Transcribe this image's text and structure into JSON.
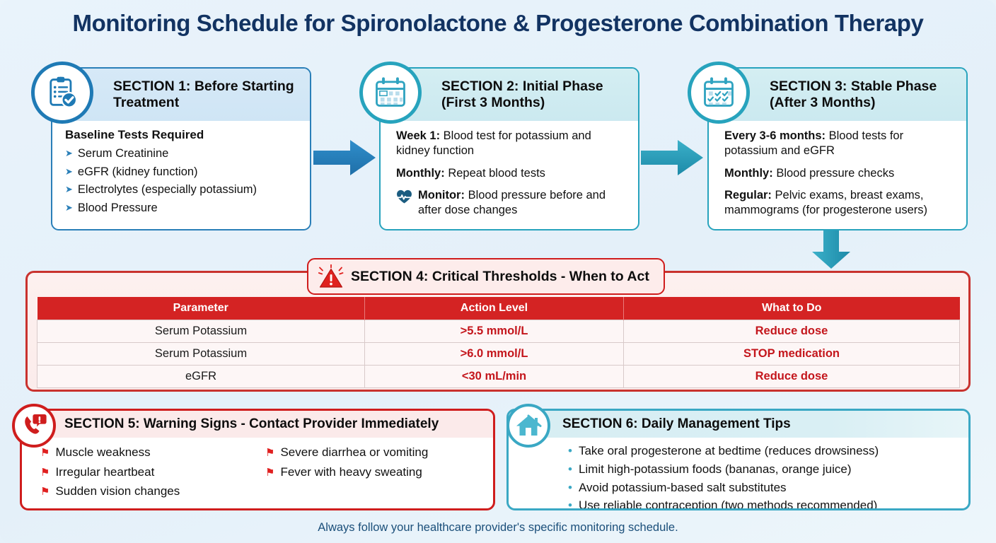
{
  "title": "Monitoring Schedule for Spironolactone & Progesterone Combination Therapy",
  "colors": {
    "background": "#e9f3fb",
    "title": "#123362",
    "blue": "#1f7ab5",
    "teal": "#27a3bd",
    "red": "#cf1d1d",
    "table_header": "#d42323",
    "table_value": "#c4161c"
  },
  "sections": [
    {
      "id": "section-1",
      "icon": "clipboard-check-icon",
      "heading": "SECTION 1: Before Starting Treatment",
      "body_heading": "Baseline Tests Required",
      "bullets": [
        "Serum Creatinine",
        "eGFR (kidney function)",
        "Electrolytes (especially potassium)",
        "Blood Pressure"
      ]
    },
    {
      "id": "section-2",
      "icon": "calendar-icon",
      "heading": "SECTION 2: Initial Phase (First 3 Months)",
      "items": [
        {
          "label": "Week 1:",
          "text": " Blood test for potassium and kidney function",
          "icon": null
        },
        {
          "label": "Monthly:",
          "text": " Repeat blood tests",
          "icon": null
        },
        {
          "label": "Monitor:",
          "text": " Blood pressure before and after dose changes",
          "icon": "heartbeat-icon"
        }
      ]
    },
    {
      "id": "section-3",
      "icon": "calendar-check-icon",
      "heading": "SECTION 3: Stable Phase (After 3 Months)",
      "items": [
        {
          "label": "Every 3-6 months:",
          "text": " Blood tests for potassium and eGFR",
          "icon": null
        },
        {
          "label": "Monthly:",
          "text": " Blood pressure checks",
          "icon": null
        },
        {
          "label": "Regular:",
          "text": " Pelvic exams, breast exams, mammograms (for progesterone users)",
          "icon": null
        }
      ]
    }
  ],
  "section4": {
    "id": "section-4",
    "icon": "warning-triangle-icon",
    "heading": "SECTION 4: Critical Thresholds - When to Act",
    "table": {
      "columns": [
        "Parameter",
        "Action Level",
        "What to Do"
      ],
      "rows": [
        [
          "Serum Potassium",
          ">5.5 mmol/L",
          "Reduce dose"
        ],
        [
          "Serum Potassium",
          ">6.0 mmol/L",
          "STOP medication"
        ],
        [
          "eGFR",
          "<30 mL/min",
          "Reduce dose"
        ]
      ]
    }
  },
  "section5": {
    "id": "section-5",
    "icon": "phone-alert-icon",
    "heading": "SECTION 5: Warning Signs - Contact Provider Immediately",
    "items": [
      "Muscle weakness",
      "Severe diarrhea or vomiting",
      "Irregular heartbeat",
      "Fever with heavy sweating",
      "Sudden vision changes"
    ]
  },
  "section6": {
    "id": "section-6",
    "icon": "home-icon",
    "heading": "SECTION 6: Daily Management Tips",
    "items": [
      "Take oral progesterone at bedtime (reduces drowsiness)",
      "Limit high-potassium foods (bananas, orange juice)",
      "Avoid potassium-based salt substitutes",
      "Use reliable contraception (two methods recommended)"
    ]
  },
  "footer": "Always follow your healthcare provider's specific monitoring schedule."
}
